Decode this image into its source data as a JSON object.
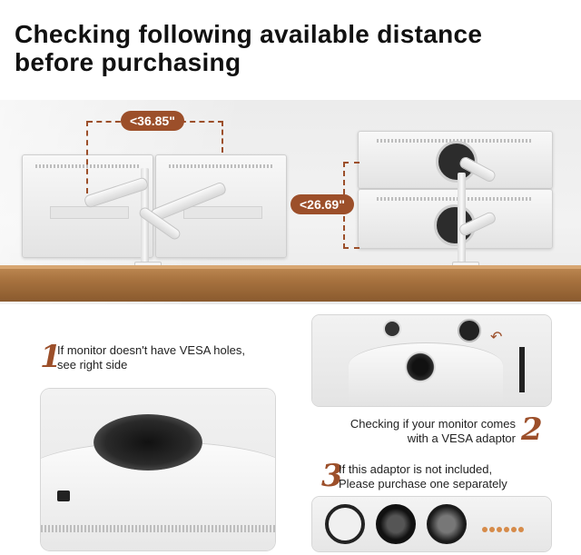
{
  "title": {
    "line1": "Checking following available distance",
    "line2": "before purchasing"
  },
  "dimensions": {
    "width": "<36.85\"",
    "height": "<26.69\""
  },
  "steps": [
    {
      "number": "1",
      "line1": "If monitor doesn't have VESA holes,",
      "line2": "see right side"
    },
    {
      "number": "2",
      "line1": "Checking if your monitor comes",
      "line2": "with a VESA adaptor"
    },
    {
      "number": "3",
      "line1": "If this adaptor is not included,",
      "line2": "Please purchase one separately"
    }
  ],
  "colors": {
    "accent": "#9c4f2a",
    "desk": "#a8733f"
  }
}
